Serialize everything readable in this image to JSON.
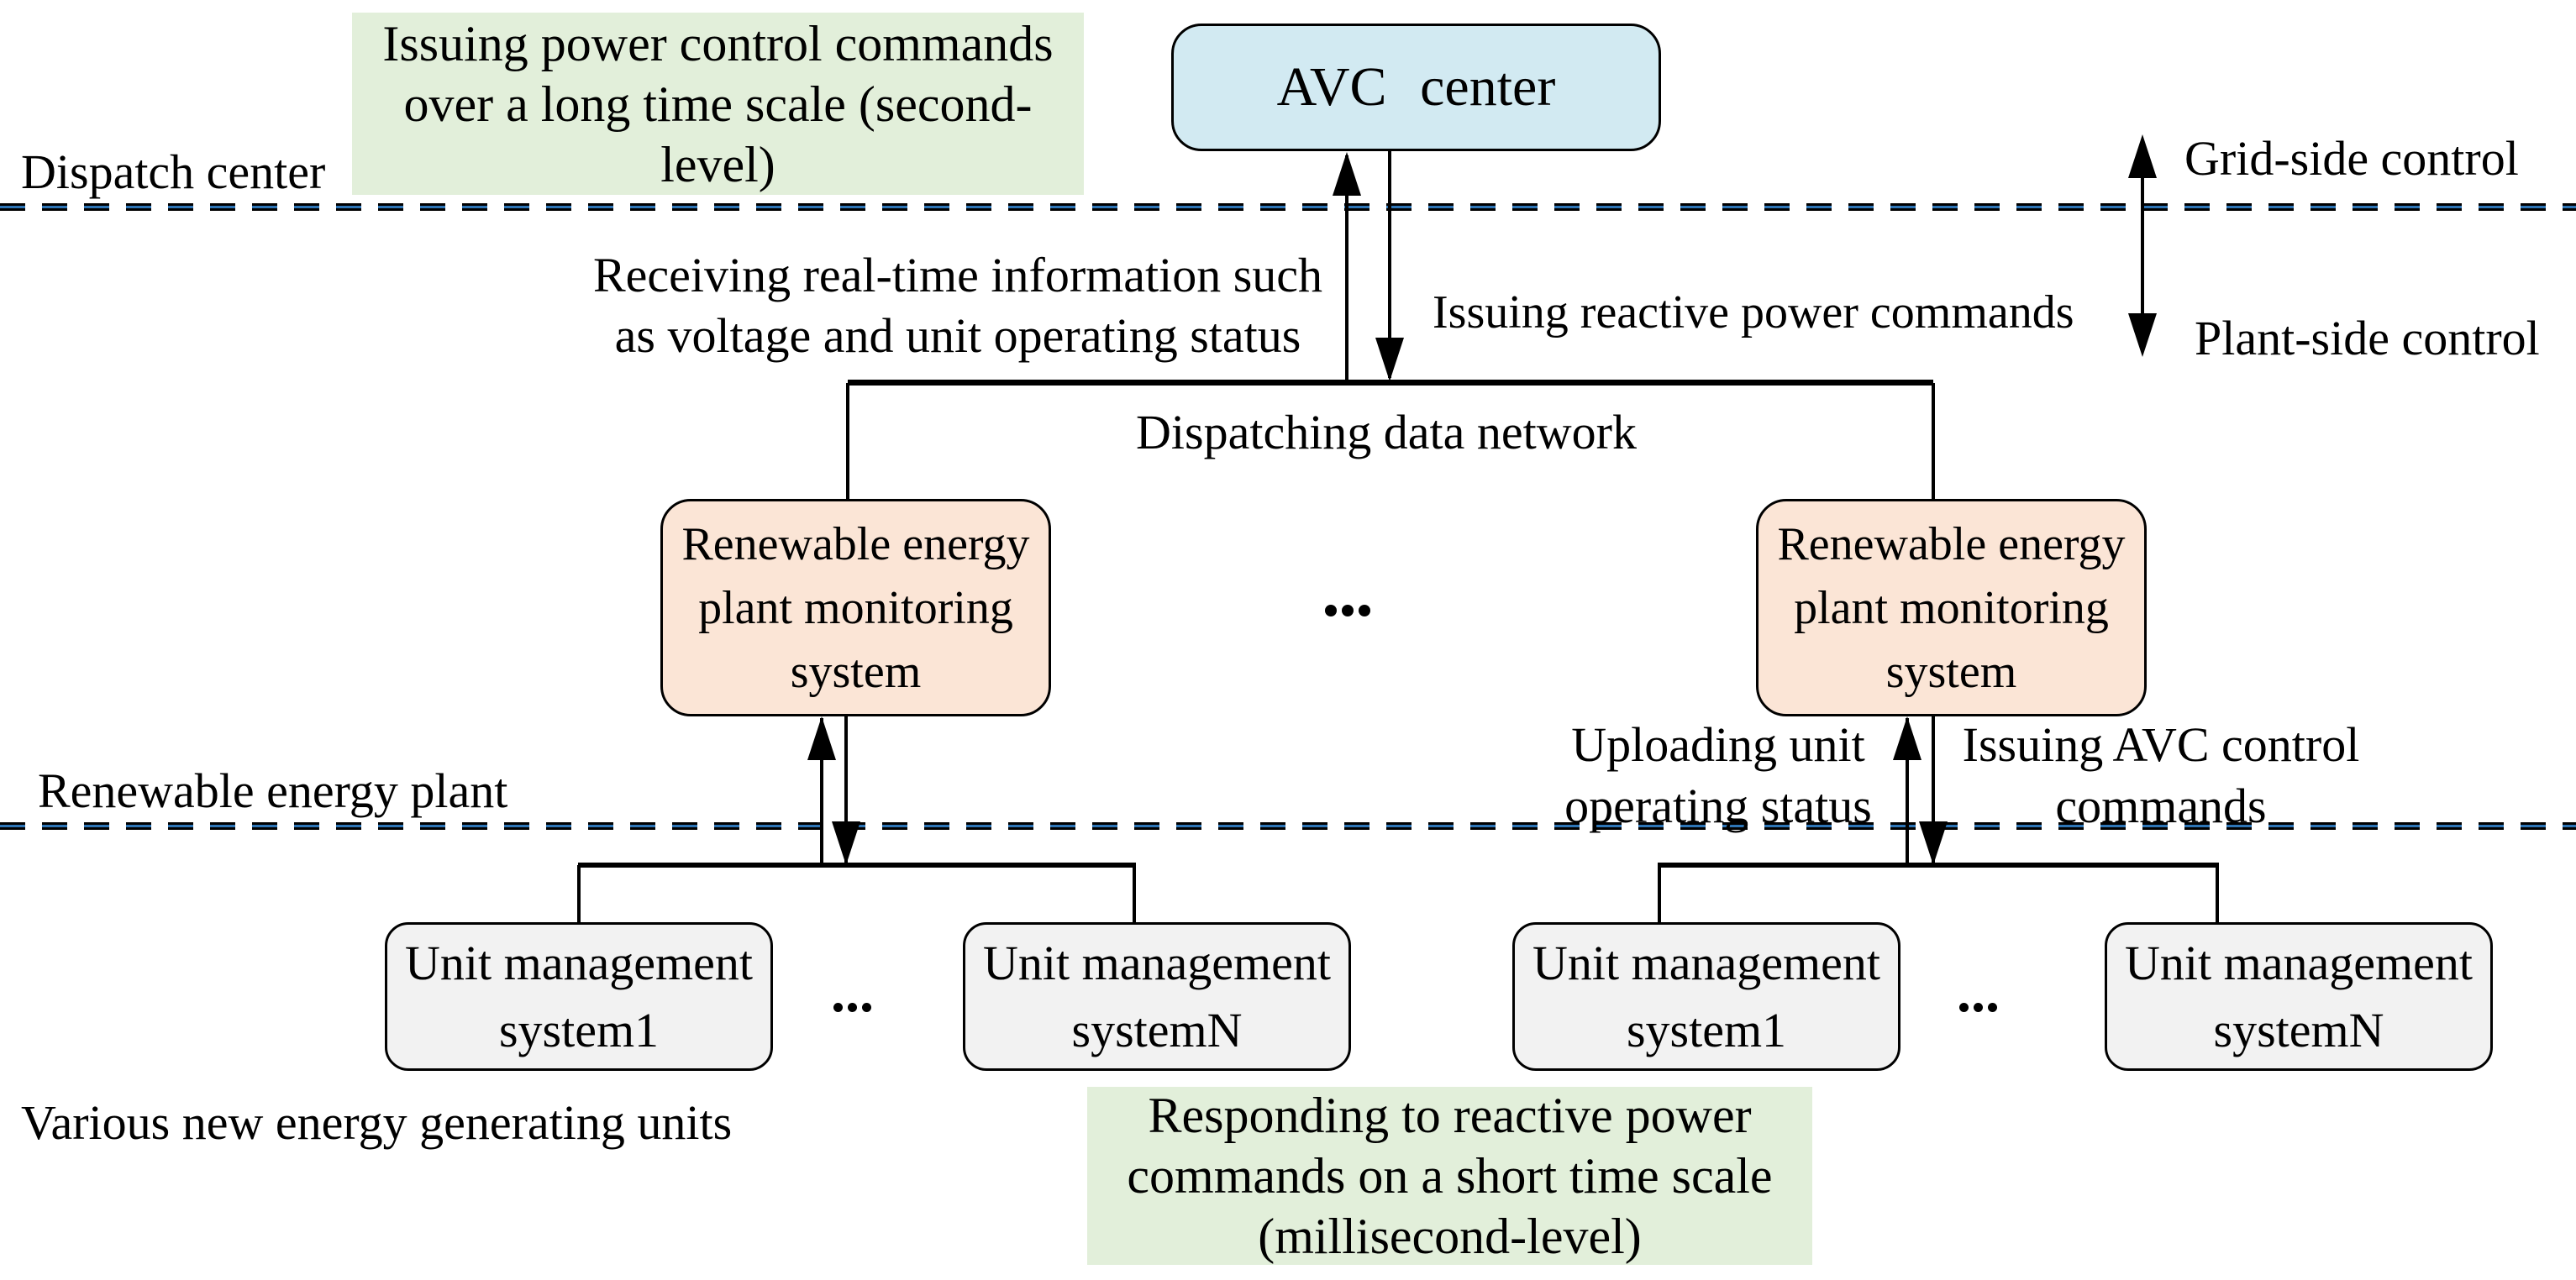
{
  "figure": {
    "type": "architecture-diagram",
    "topic": "AVC (automatic voltage control) hierarchy between dispatch center and renewable energy plants"
  },
  "boxes": {
    "avc": {
      "label": "AVC center"
    },
    "monitoring": {
      "lines": [
        "Renewable energy",
        "plant monitoring",
        "system"
      ]
    },
    "unit": {
      "line1": "Unit management",
      "system1": "system1",
      "systemN": "systemN"
    }
  },
  "notes": {
    "top": {
      "lines": [
        "Issuing power control commands",
        "over a long time scale (second-",
        "level)"
      ]
    },
    "bottom": {
      "lines": [
        "Responding to reactive power",
        "commands on a short time scale",
        "(millisecond-level)"
      ]
    }
  },
  "labels": {
    "dispatch_center": "Dispatch center",
    "grid_side": "Grid-side control",
    "plant_side": "Plant-side control",
    "renewable_plant": "Renewable energy plant",
    "various_units": "Various new energy generating units",
    "dispatching_network": "Dispatching data network",
    "receiving": {
      "lines": [
        "Receiving real-time information such",
        "as voltage and unit operating status"
      ]
    },
    "issuing_reactive": "Issuing reactive power commands",
    "uploading": {
      "lines": [
        "Uploading unit",
        "operating status"
      ]
    },
    "issuing_avc": {
      "lines": [
        "Issuing AVC control",
        "commands"
      ]
    }
  },
  "colors": {
    "avc_fill": "#d2eaf2",
    "monitoring_fill": "#fbe5d6",
    "unit_fill": "#f2f2f2",
    "note_fill": "#e2efda",
    "dash_core_blue": "#2e75b6",
    "line": "#000000"
  }
}
